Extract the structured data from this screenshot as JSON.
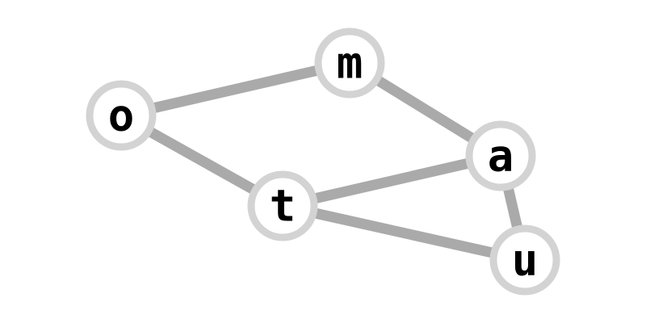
{
  "diagram": {
    "nodes": [
      {
        "id": "o",
        "label": "o"
      },
      {
        "id": "m",
        "label": "m"
      },
      {
        "id": "a",
        "label": "a"
      },
      {
        "id": "t",
        "label": "t"
      },
      {
        "id": "u",
        "label": "u"
      }
    ],
    "edges": [
      {
        "from": "o",
        "to": "m"
      },
      {
        "from": "o",
        "to": "t"
      },
      {
        "from": "m",
        "to": "a"
      },
      {
        "from": "t",
        "to": "a"
      },
      {
        "from": "t",
        "to": "u"
      },
      {
        "from": "a",
        "to": "u"
      }
    ]
  },
  "colors": {
    "edge": "#aaaaaa",
    "node_ring": "#d3d3d3",
    "node_fill": "#ffffff",
    "label": "#000000",
    "background": "#ffffff"
  }
}
